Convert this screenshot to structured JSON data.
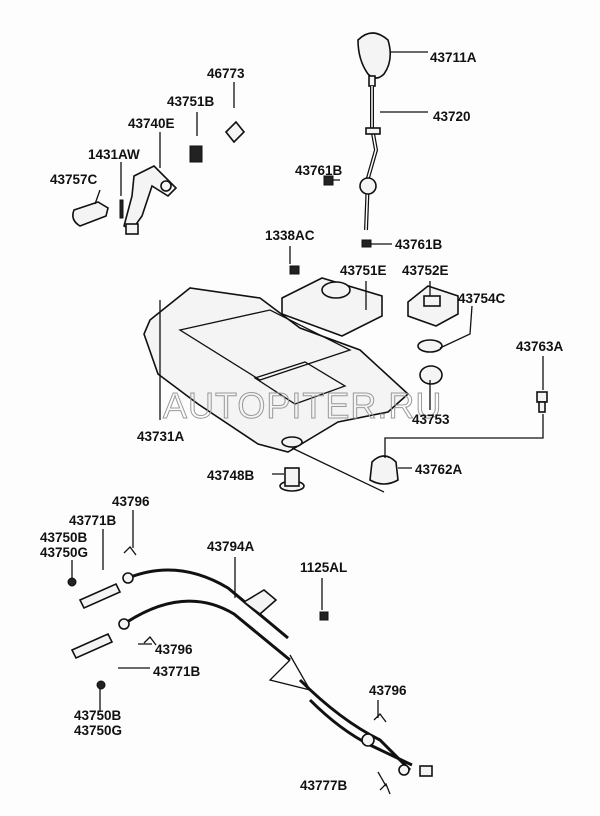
{
  "watermark": "AUTOPITER.RU",
  "labels": {
    "knob": "43711A",
    "lever": "43720",
    "spring": "46773",
    "bushing_b": "43751B",
    "bracket": "43740E",
    "pin": "1431AW",
    "pivot": "43757C",
    "bushing_upper": "43761B",
    "nut": "1338AC",
    "bushing_lower": "43761B",
    "housing": "43751E",
    "guide": "43752E",
    "ring": "43754C",
    "bolt": "43763A",
    "base": "43731A",
    "collar": "43753",
    "spacer": "43748B",
    "grommet": "43762A",
    "clip_top": "43796",
    "snap_top": "43771B",
    "washer_top_b": "43750B",
    "washer_top_g": "43750G",
    "cable": "43794A",
    "screw": "1125AL",
    "clip_mid": "43796",
    "snap_mid": "43771B",
    "washer_bot_b": "43750B",
    "washer_bot_g": "43750G",
    "clip_end": "43796",
    "end_clip": "43777B"
  }
}
